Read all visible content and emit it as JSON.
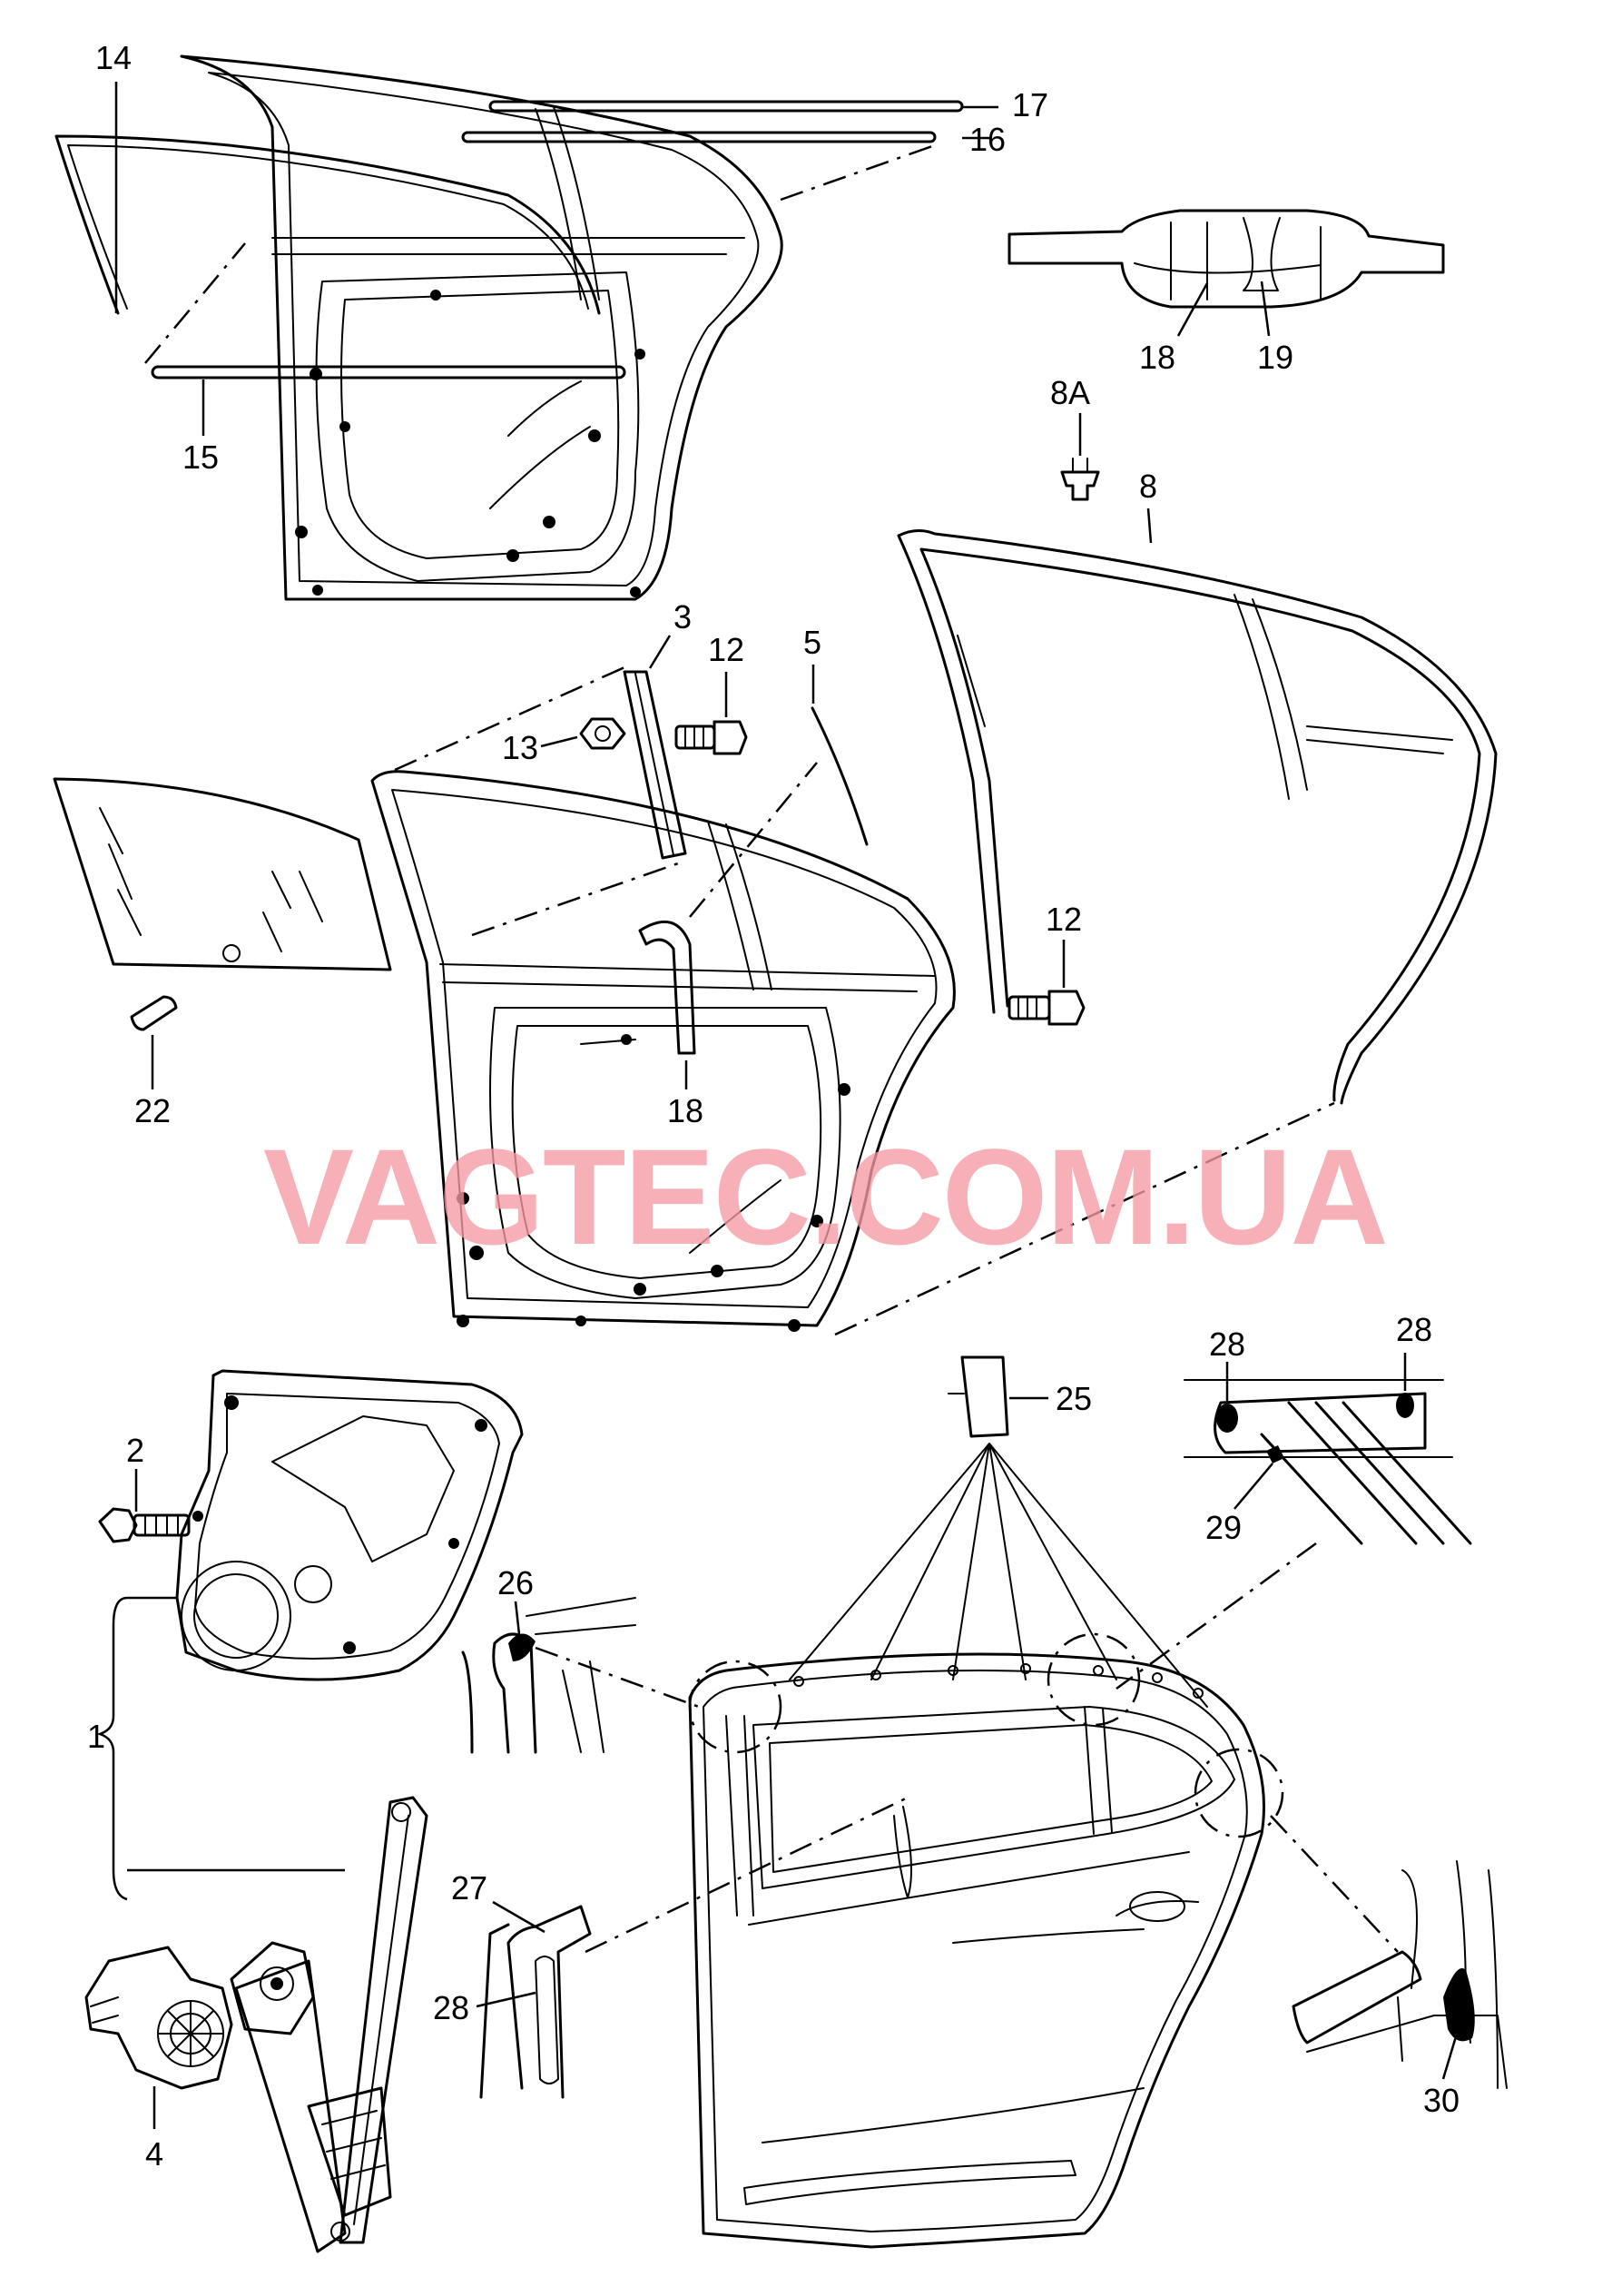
{
  "diagram": {
    "watermark": "VAGTEC.COM.UA",
    "callouts": {
      "p1": "1",
      "p2": "2",
      "p3": "3",
      "p4": "4",
      "p5": "5",
      "p8": "8",
      "p8a": "8A",
      "p12a": "12",
      "p12b": "12",
      "p13": "13",
      "p14": "14",
      "p15": "15",
      "p16": "16",
      "p17": "17",
      "p18a": "18",
      "p18b": "18",
      "p19": "19",
      "p22": "22",
      "p25": "25",
      "p26": "26",
      "p27": "27",
      "p28a": "28",
      "p28b": "28",
      "p28c": "28",
      "p29": "29",
      "p30": "30"
    }
  }
}
